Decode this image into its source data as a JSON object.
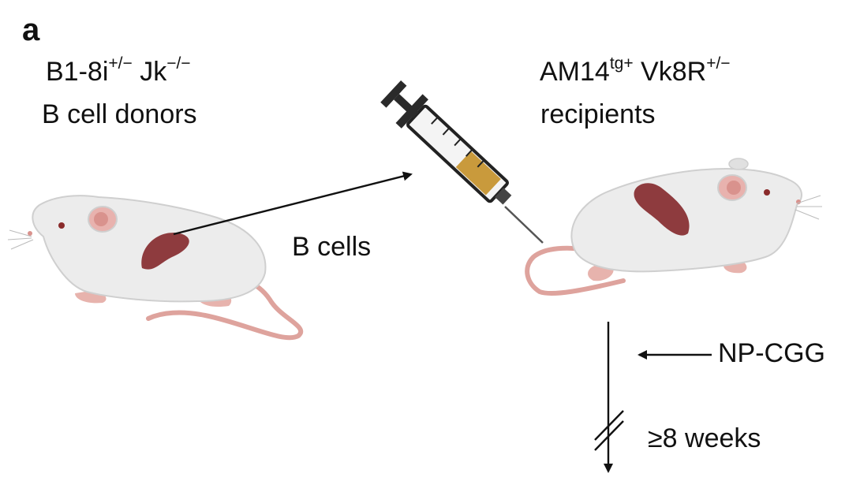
{
  "panel_label": "a",
  "donors": {
    "line1_main": "B1-8i",
    "line1_sup1": "+/−",
    "line1_gene": " Jk",
    "line1_sup2": "−/−",
    "line2": "B cell donors"
  },
  "recipients": {
    "line1_main": "AM14",
    "line1_sup1": "tg+",
    "line1_gene": " Vk8R",
    "line1_sup2": "+/−",
    "line2": "recipients"
  },
  "transfer_label": "B cells",
  "immunization_label": "NP-CGG",
  "duration_label": "≥8 weeks",
  "icons": {
    "donor": "mouse-icon",
    "recipient": "mouse-icon",
    "injection": "syringe-icon"
  },
  "colors": {
    "mouse_body": "#ececec",
    "spleen": "#8e3b3e",
    "tail": "#dea39d",
    "syringe_fill": "#c99a3c",
    "arrow": "#111111"
  }
}
